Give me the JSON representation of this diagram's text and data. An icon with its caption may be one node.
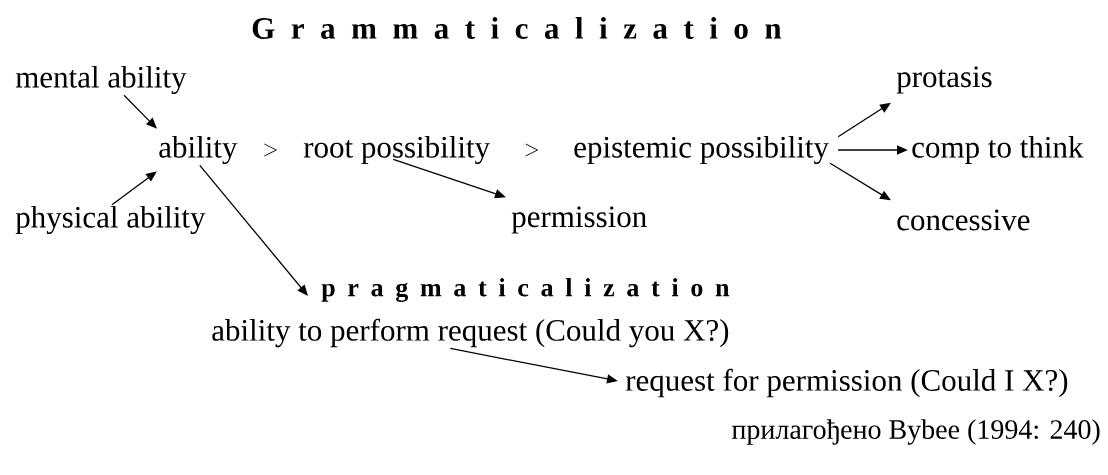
{
  "diagram": {
    "title": "G r a m m a t i c a l i z a t i o n",
    "nodes": [
      {
        "text": [
          "mental ability"
        ]
      },
      {
        "text": [
          "protasis"
        ]
      },
      {
        "text": [
          "ability"
        ]
      },
      {
        "text": [
          "root possibility"
        ]
      },
      {
        "text": [
          "epistemic possibility"
        ]
      },
      {
        "text": [
          "comp to think"
        ]
      },
      {
        "text": [
          "physical ability"
        ]
      },
      {
        "text": [
          "permission"
        ]
      },
      {
        "text": [
          "concessive"
        ]
      },
      {
        "text": [
          "p r a g m a t i c a l i z a t i o n"
        ]
      },
      {
        "text": [
          "ability to perform request  (Could you X?)"
        ]
      },
      {
        "text": [
          "request for permission (Could I X?)"
        ]
      }
    ],
    "edges": [
      {
        "from": 0,
        "to": 2,
        "arrow": "to"
      },
      {
        "from": 6,
        "to": 2,
        "arrow": "to"
      },
      {
        "from": 2,
        "to": 3,
        "arrow": "to"
      },
      {
        "from": 3,
        "to": 4,
        "arrow": "to"
      },
      {
        "from": 4,
        "to": 1,
        "arrow": "to"
      },
      {
        "from": 4,
        "to": 5,
        "arrow": "to"
      },
      {
        "from": 4,
        "to": 8,
        "arrow": "to"
      },
      {
        "from": 3,
        "to": 7,
        "arrow": "to"
      },
      {
        "from": 2,
        "to": 9,
        "arrow": "to"
      },
      {
        "from": 10,
        "to": 11,
        "arrow": "to"
      }
    ],
    "labels": [
      "прилагођено Bybee (1994: 240)"
    ]
  }
}
